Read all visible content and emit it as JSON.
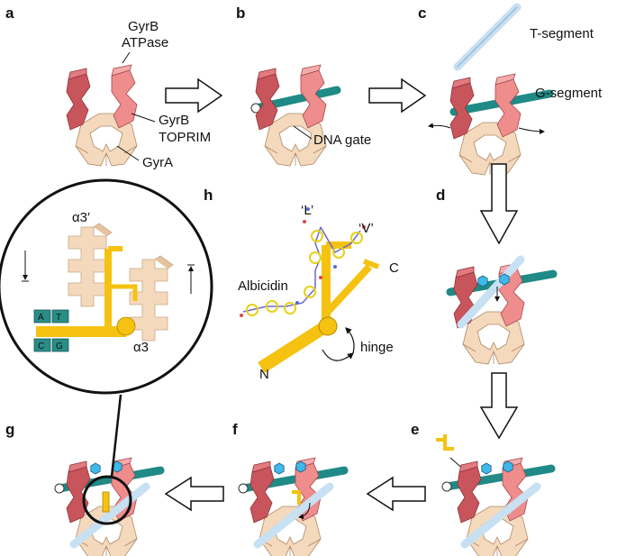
{
  "panels": {
    "a": "a",
    "b": "b",
    "c": "c",
    "d": "d",
    "e": "e",
    "f": "f",
    "g": "g",
    "h": "h"
  },
  "labels": {
    "gyrb_atpase_1": "GyrB",
    "gyrb_atpase_2": "ATPase",
    "gyrb_toprim_1": "GyrB",
    "gyrb_toprim_2": "TOPRIM",
    "gyra": "GyrA",
    "dna_gate": "DNA gate",
    "t_segment": "T-segment",
    "g_segment": "G-segment",
    "alpha3_prime": "α3′",
    "alpha3": "α3",
    "base_a": "A",
    "base_t": "T",
    "base_c": "C",
    "base_g": "G",
    "albicidin": "Albicidin",
    "l_label": "‘L’",
    "v_label": "‘V’",
    "c_terminus": "C",
    "n_terminus": "N",
    "hinge": "hinge"
  },
  "colors": {
    "gyrb_dark": "#c9555c",
    "gyrb_light": "#ef8c8c",
    "gyra": "#f4d9bd",
    "gyra_dark": "#e6c39f",
    "dna": "#1f8a86",
    "t_segment": "#c7e0f2",
    "albicidin": "#f5c211",
    "hexagon": "#3fb8ea"
  }
}
